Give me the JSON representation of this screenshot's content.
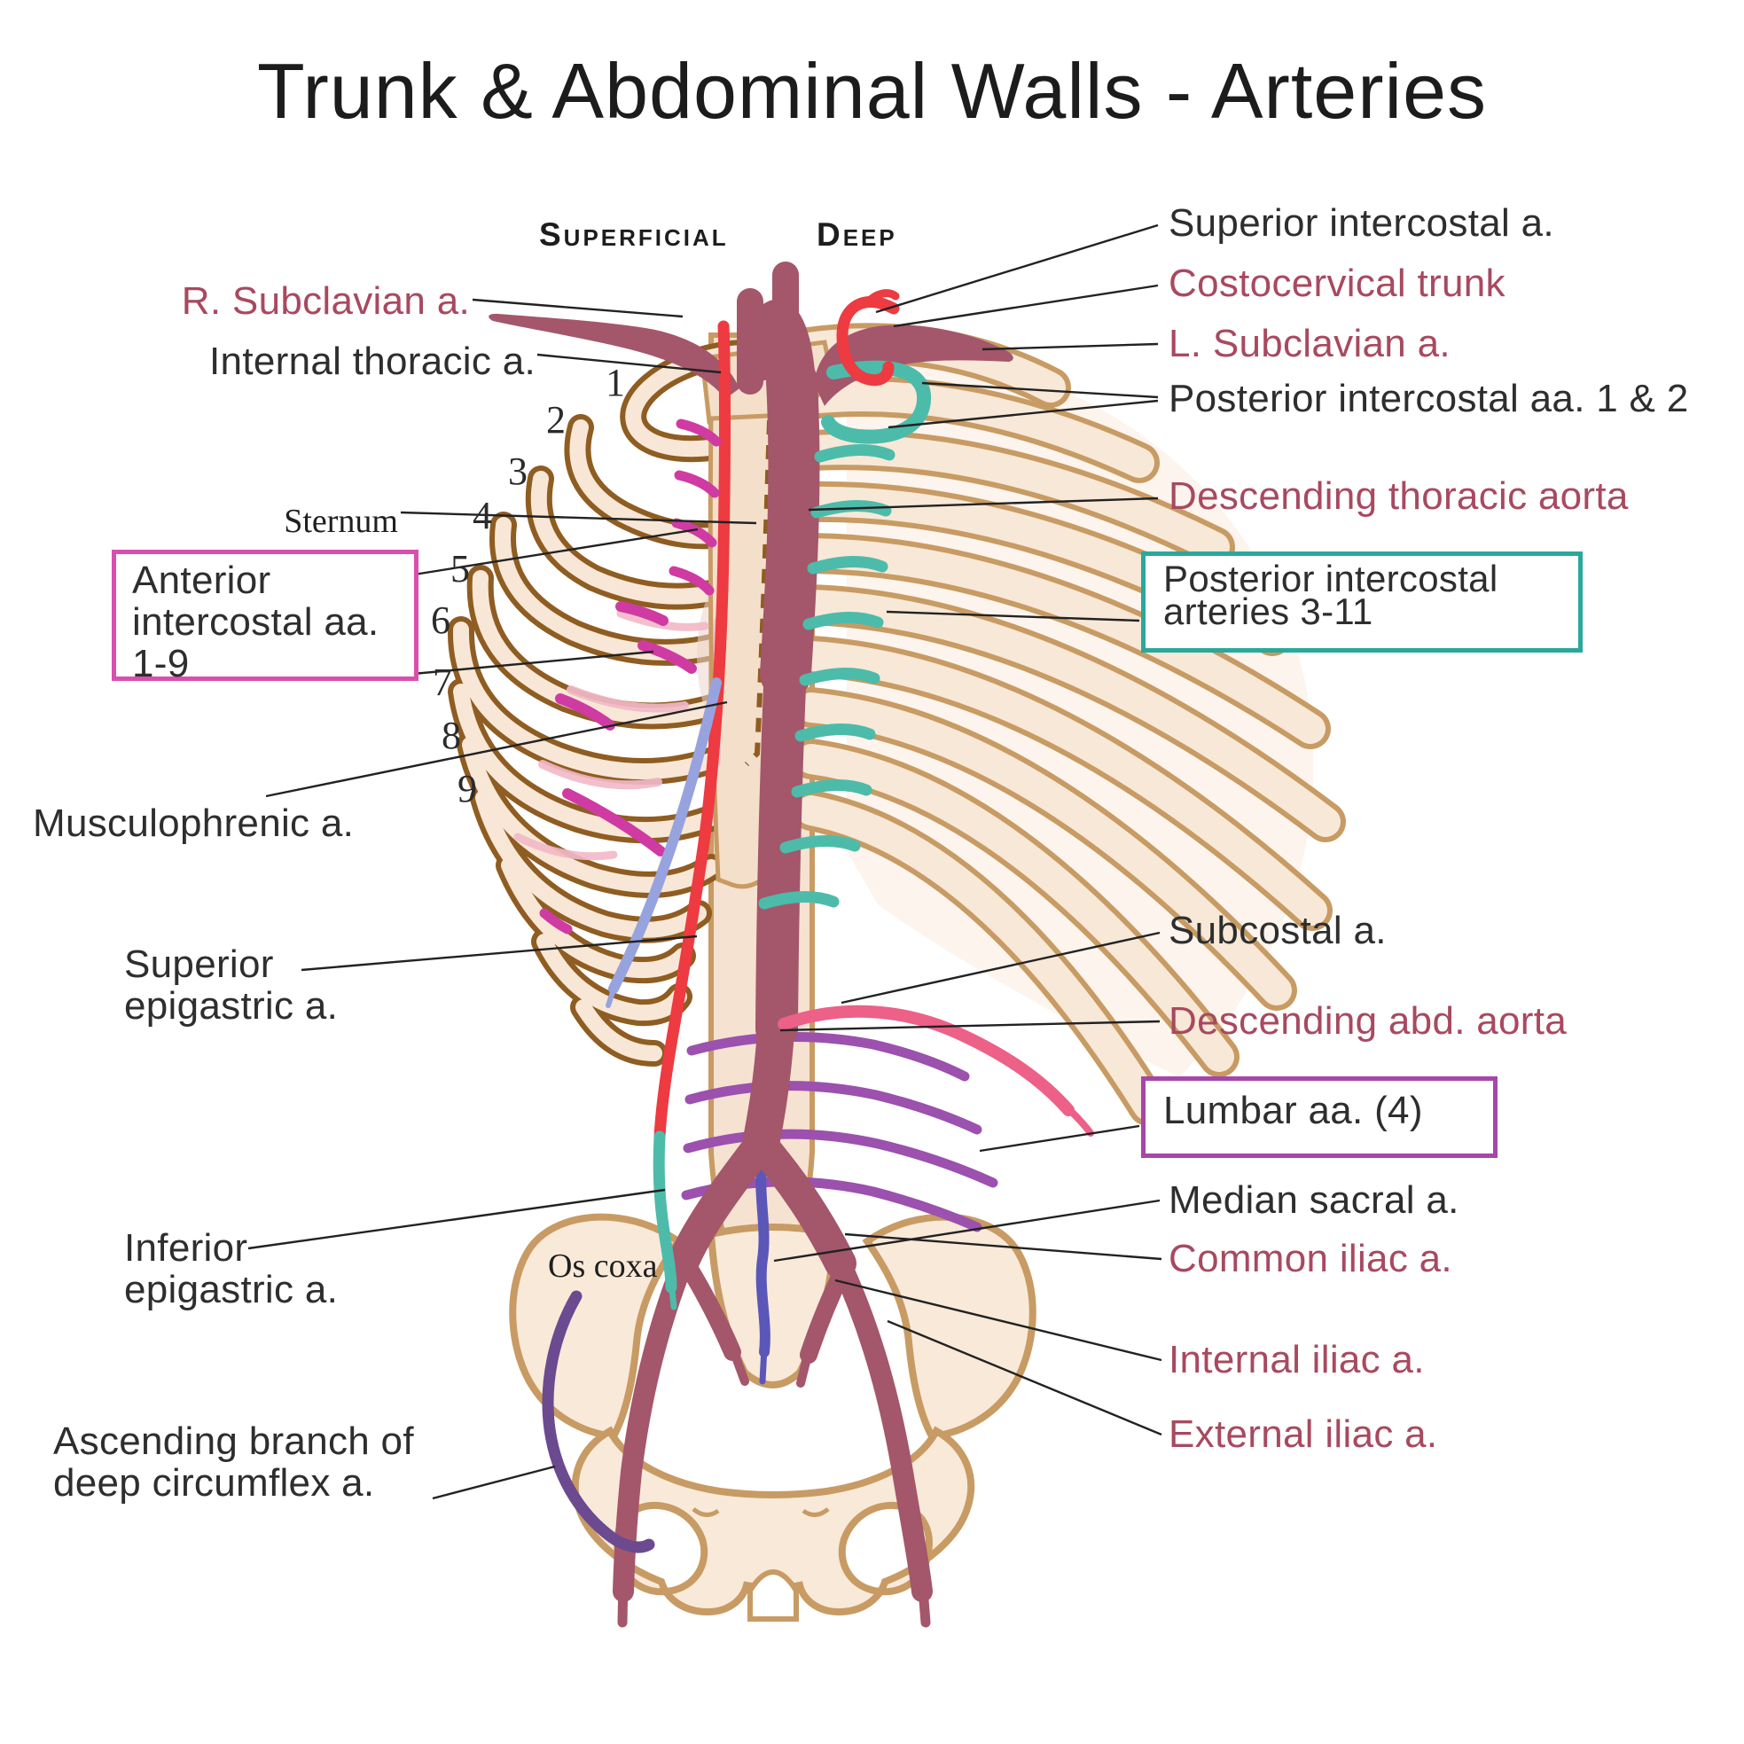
{
  "title": "Trunk & Abdominal Walls - Arteries",
  "section_headers": {
    "superficial": "Superficial",
    "deep": "Deep"
  },
  "labels": {
    "r_subclavian": {
      "text": "R. Subclavian a."
    },
    "internal_thoracic": {
      "text": "Internal thoracic a."
    },
    "musculophrenic": {
      "text": "Musculophrenic a."
    },
    "superior_epigastric": {
      "text": "Superior\nepigastric a."
    },
    "inferior_epigastric": {
      "text": "Inferior\nepigastric a."
    },
    "ascending_circumflex": {
      "text": "Ascending branch of\ndeep circumflex a."
    },
    "superior_intercostal": {
      "text": "Superior intercostal a."
    },
    "costocervical": {
      "text": "Costocervical trunk"
    },
    "l_subclavian": {
      "text": "L. Subclavian a."
    },
    "posterior_intercostal_1_2": {
      "text": "Posterior intercostal aa. 1 & 2"
    },
    "descending_thoracic_aorta": {
      "text": "Descending thoracic aorta"
    },
    "subcostal": {
      "text": "Subcostal a."
    },
    "descending_abd_aorta": {
      "text": "Descending abd. aorta"
    },
    "median_sacral": {
      "text": "Median sacral a."
    },
    "common_iliac": {
      "text": "Common iliac a."
    },
    "internal_iliac": {
      "text": "Internal iliac a."
    },
    "external_iliac": {
      "text": "External iliac a."
    }
  },
  "boxed_labels": {
    "anterior_intercostal": {
      "text": "Anterior\nintercostal aa.\n1-9"
    },
    "posterior_intercostal_3_11": {
      "text": "Posterior intercostal\narteries 3-11"
    },
    "lumbar": {
      "text": "Lumbar aa. (4)"
    }
  },
  "bone_labels": {
    "sternum": "Sternum",
    "os_coxa": "Os coxa"
  },
  "rib_numbers": [
    "1",
    "2",
    "3",
    "4",
    "5",
    "6",
    "7",
    "8",
    "9"
  ],
  "colors": {
    "label_maroon": "#a8495f",
    "aorta": "#a4566b",
    "internal_thoracic_red": "#ee3a41",
    "teal_artery": "#4dbbaa",
    "teal_box_border": "#2aa89c",
    "anterior_intercostal_magenta": "#cf3ba2",
    "pink_box_border": "#d94fae",
    "lumbar_purple": "#9b51ad",
    "lumbar_box_border": "#a646a8",
    "subcostal_pink": "#ed6088",
    "musculophrenic_lavender": "#97a3de",
    "median_sacral_indigo": "#5b57b8",
    "circumflex_purple": "#6b4a90",
    "bone_fill": "#f8e7d6",
    "bone_outline_dark": "#8f5d22",
    "bone_outline_light": "#c79b63",
    "leader_line": "#222222"
  }
}
